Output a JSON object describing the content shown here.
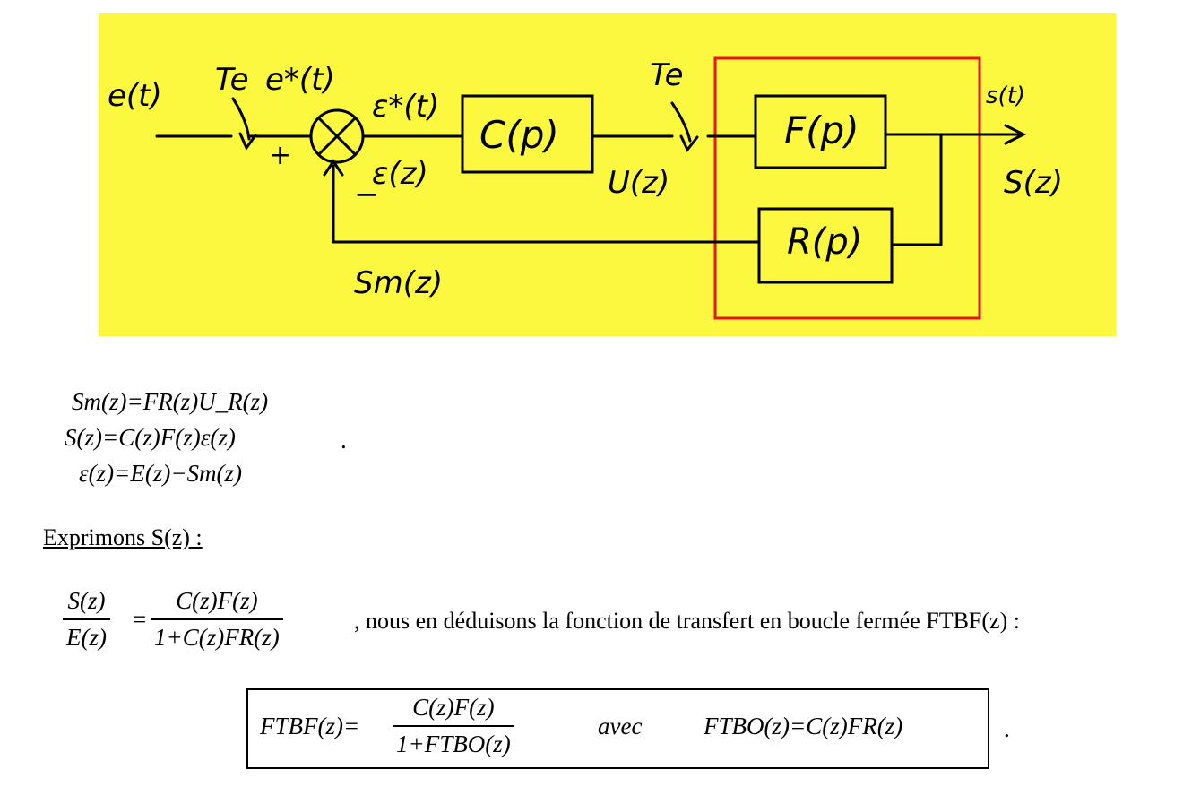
{
  "diagram": {
    "labels": {
      "input": "e(t)",
      "sampler_1": "Te",
      "sampled_input": "e*(t)",
      "plus": "+",
      "minus": "−",
      "error_sampled": "ε*(t)",
      "error_z": "ε(z)",
      "controller": "C(p)",
      "sampler_2": "Te",
      "control_z": "U(z)",
      "plant": "F(p)",
      "sensor": "R(p)",
      "output_t": "s(t)",
      "output_z": "S(z)",
      "measure_z": "Sm(z)"
    },
    "colors": {
      "background": "#fbf83f",
      "highlight_box": "#e8141c",
      "ink": "#000000"
    }
  },
  "equations": {
    "eq1": "Sm(z)=FR(z)U_R(z)",
    "eq2": "S(z)=C(z)F(z)ε(z)",
    "eq3": "ε(z)=E(z)−Sm(z)",
    "eq_dot": "."
  },
  "section_heading": "Exprimons S(z) :",
  "ratio": {
    "lhs_num": "S(z)",
    "lhs_den": "E(z)",
    "rhs_num": "C(z)F(z)",
    "rhs_den": "1+C(z)FR(z)",
    "sentence": ", nous en déduisons la fonction de transfert en boucle fermée FTBF(z) :"
  },
  "final": {
    "lhs": "FTBF(z)=",
    "num": "C(z)F(z)",
    "den": "1+FTBO(z)",
    "avec": "avec",
    "ftbo": "FTBO(z)=C(z)FR(z)",
    "trailing_dot": "."
  }
}
